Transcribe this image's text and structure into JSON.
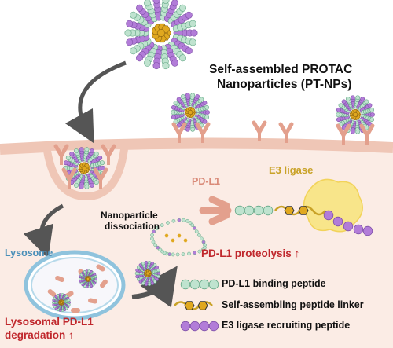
{
  "title": {
    "line1": "Self-assembled PROTAC",
    "line2": "Nanoparticles (PT-NPs)"
  },
  "labels": {
    "pd_l1": "PD-L1",
    "e3_ligase": "E3 ligase",
    "nanoparticle_dissociation_1": "Nanoparticle",
    "nanoparticle_dissociation_2": "dissociation",
    "lysosome": "Lysosome",
    "pd_l1_proteolysis": "PD-L1 proteolysis ↑",
    "lysosomal_degradation_1": "Lysosomal PD-L1",
    "lysosomal_degradation_2": "degradation ↑"
  },
  "legend": [
    {
      "label": "PD-L1 binding peptide",
      "icon": "teal-bead-chain-icon"
    },
    {
      "label": "Self-assembling peptide linker",
      "icon": "gold-hexagon-linker-icon"
    },
    {
      "label": "E3 ligase recruiting peptide",
      "icon": "purple-bead-chain-icon"
    }
  ],
  "colors": {
    "teal_bead": "#bfe3cf",
    "purple_bead": "#b27cd8",
    "gold_core": "#e0a81f",
    "receptor": "#e3a08d",
    "membrane": "#f2cfc0",
    "cytoplasm": "#fbece5",
    "e3_ligase": "#f8e58a",
    "red_text": "#c0282d",
    "blue_text": "#4a8fb8"
  }
}
